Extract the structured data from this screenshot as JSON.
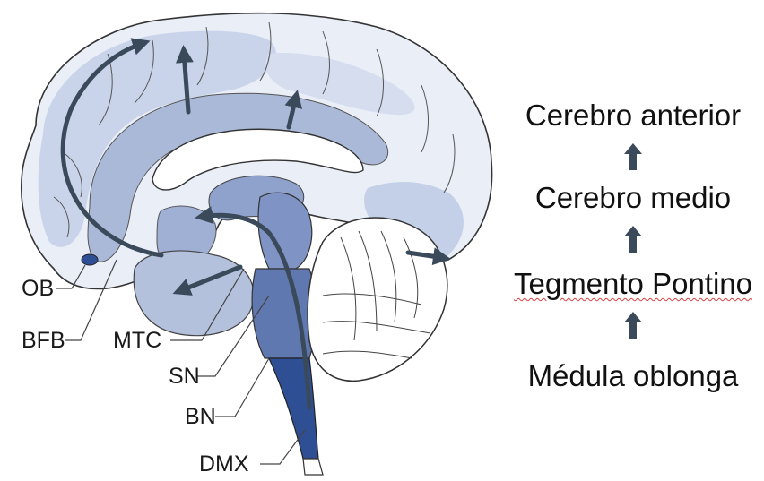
{
  "diagram": {
    "region_labels": {
      "ob": "OB",
      "bfb": "BFB",
      "mtc": "MTC",
      "sn": "SN",
      "bn": "BN",
      "dmx": "DMX"
    },
    "stages": [
      "Cerebro anterior",
      "Cerebro medio",
      "Tegmento Pontino",
      "Médula oblonga"
    ],
    "colors": {
      "light_region": "#d6dfee",
      "mid_region": "#aab9d8",
      "dark_region": "#5f78b0",
      "darkest_region": "#2f4f95",
      "arrow": "#3a4a5a",
      "outline": "#333333",
      "spellcheck": "#d84040"
    }
  }
}
